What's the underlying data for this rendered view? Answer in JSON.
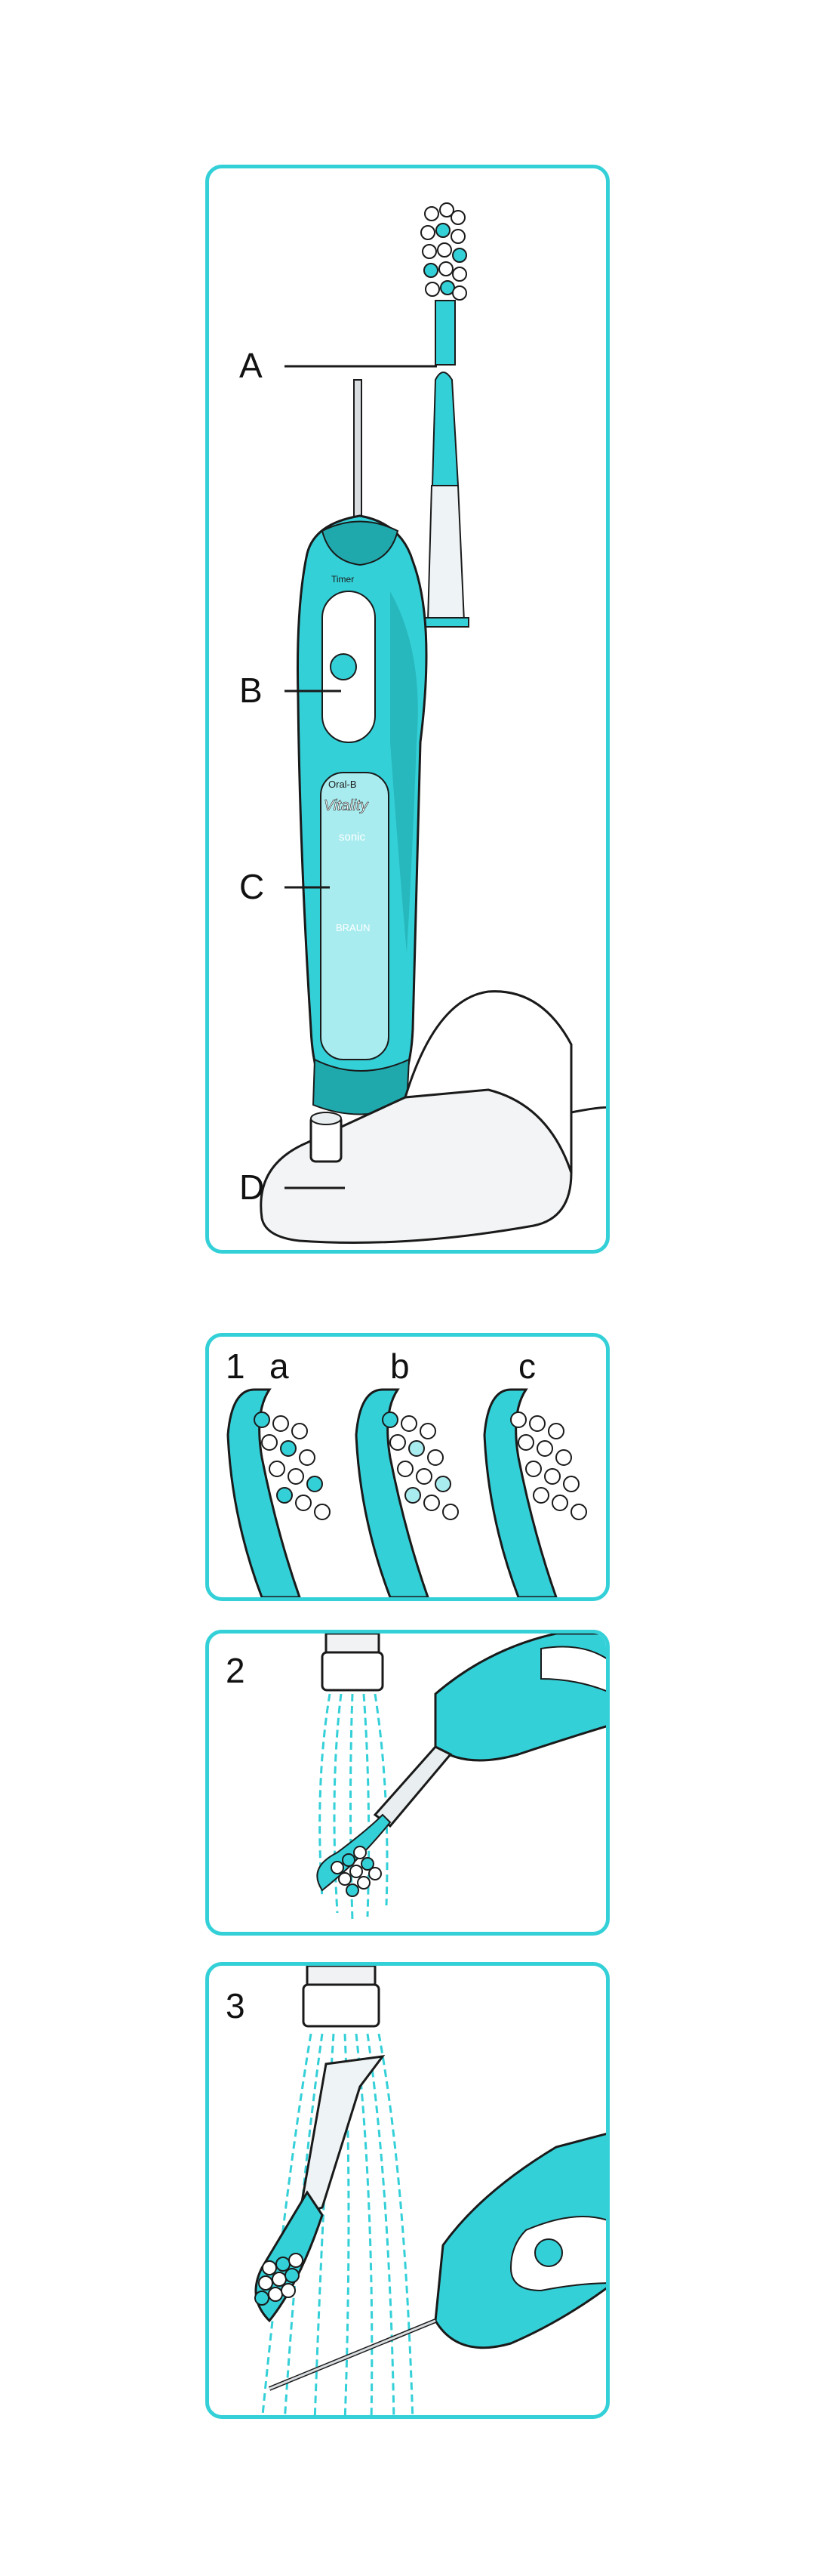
{
  "overview": {
    "labels": {
      "a": "A",
      "b": "B",
      "c": "C",
      "d": "D"
    },
    "handle_text": {
      "timer": "Timer",
      "brand_badge": "Oral-B",
      "product": "Vitality",
      "sonic": "sonic",
      "maker": "BRAUN"
    }
  },
  "step1": {
    "number": "1",
    "variants": {
      "a": "a",
      "b": "b",
      "c": "c"
    }
  },
  "step2": {
    "number": "2"
  },
  "step3": {
    "number": "3"
  },
  "colors": {
    "accent": "#34d0d8",
    "teal_dark": "#1fa9ac",
    "teal_light": "#a9ecef",
    "outline": "#1a1a1a"
  }
}
